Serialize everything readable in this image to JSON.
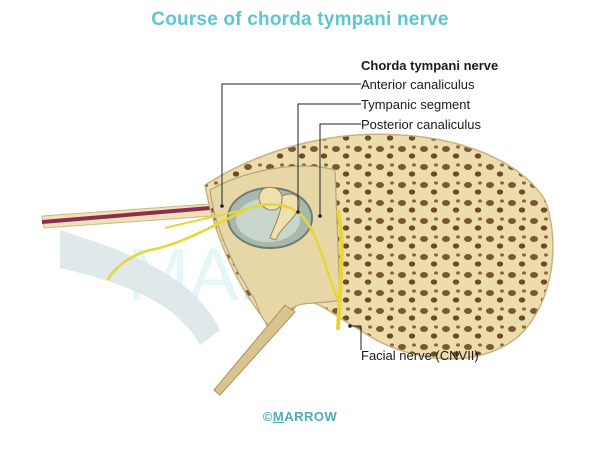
{
  "title": "Course of chorda tympani nerve",
  "labels": {
    "heading": "Chorda tympani nerve",
    "anterior": "Anterior canaliculus",
    "tympanic": "Tympanic segment",
    "posterior": "Posterior canaliculus",
    "facial": "Facial nerve (CNVII)"
  },
  "watermark": "MARROW",
  "footer": {
    "symbol": "©",
    "underlined": "M",
    "rest": "ARROW"
  },
  "colors": {
    "title": "#5cc6d2",
    "bone": "#e8d7a6",
    "nerve": "#e6d63a",
    "artery": "#8b2f52"
  }
}
